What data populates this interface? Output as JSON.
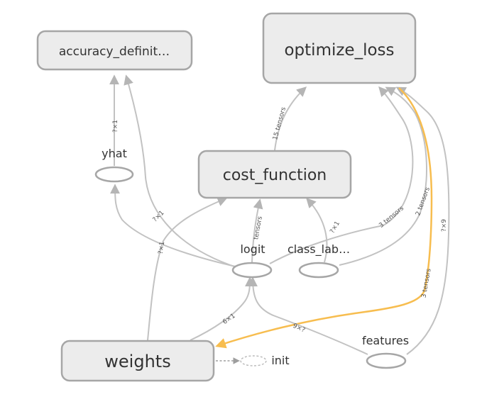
{
  "nodes": {
    "accuracy": "accuracy_definit…",
    "optimize": "optimize_loss",
    "cost": "cost_function",
    "weights": "weights",
    "yhat": "yhat",
    "logit": "logit",
    "class_labels": "class_lab…",
    "features": "features",
    "init": "init"
  },
  "edges": {
    "yhat_accuracy": "?×1",
    "cost_optimize": "15 tensors",
    "logit_accuracy": "?×1",
    "weights_yhat": "?×1",
    "logit_cost": "tensors",
    "class_cost": "?×1",
    "class_optimize": "3 tensors",
    "optimize_features_a": "2 tensors",
    "optimize_features_b": "?×9",
    "optimize_weights": "3 tensors",
    "weights_logit": "6×1",
    "features_logit": "9×?"
  },
  "colors": {
    "node_fill": "#ececec",
    "node_stroke": "#a6a6a6",
    "edge": "#c2c2c2",
    "highlight_edge": "#f7bd4f"
  }
}
